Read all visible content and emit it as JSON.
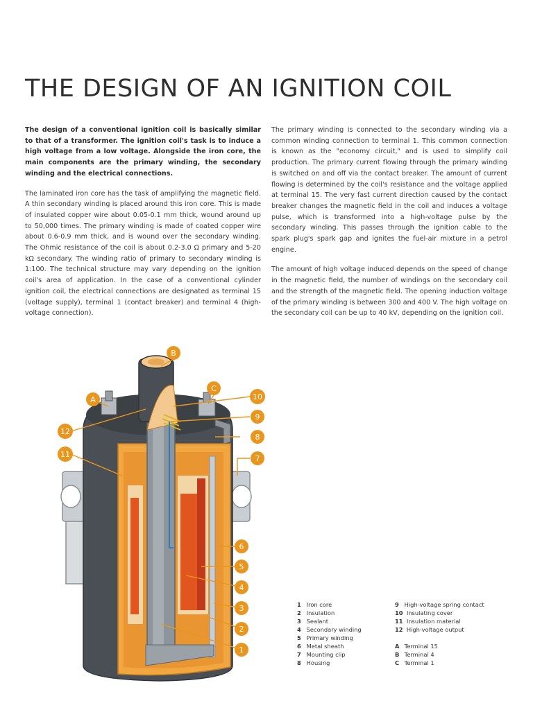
{
  "title": "THE DESIGN OF AN IGNITION COIL",
  "left_column": {
    "intro": "The design of a conventional ignition coil is basically similar to that of a transformer. The ignition coil's task is to induce a high voltage from a low voltage. Alongside the iron core, the main components are the primary winding, the secondary winding and the electrical connections.",
    "paragraph": "The laminated iron core has the task of amplifying the magnetic field. A thin secondary winding is placed around this iron core. This is made of insulated copper wire about 0.05-0.1 mm thick, wound around up to 50,000 times. The primary winding is made of coated copper wire about 0.6-0.9 mm thick, and is wound over the secondary winding. The Ohmic resistance of the coil is about 0.2-3.0 Ω primary and 5-20 kΩ secondary. The winding ratio of primary to secondary winding is 1:100. The technical structure may vary depending on the ignition coil's area of application. In the case of a conventional cylinder ignition coil, the electrical connections are designated as terminal 15 (voltage supply), terminal 1 (contact breaker) and terminal 4 (high-voltage connection)."
  },
  "right_column": {
    "paragraph1": "The primary winding is connected to the secondary winding via a common winding connection to terminal 1. This common connection is known as the \"economy circuit,\" and is used to simplify coil production. The primary current flowing through the primary winding is switched on and off via the contact breaker. The amount of current flowing is determined by the coil's resistance and the voltage applied at terminal 15. The very fast current direction caused by the contact breaker changes the magnetic field in the coil and induces a voltage pulse, which is transformed into a high-voltage pulse by the secondary winding. This passes through the ignition cable to the spark plug's spark gap and ignites the fuel-air mixture in a petrol engine.",
    "paragraph2": "The amount of high voltage induced depends on the speed of change in the magnetic field, the number of windings on the secondary coil and the strength of the magnetic field. The opening induction voltage of the primary winding is between 300 and 400 V. The high voltage on the secondary coil can be up to 40 kV, depending on the ignition coil."
  },
  "callouts": {
    "A": "A",
    "B": "B",
    "C": "C",
    "n1": "1",
    "n2": "2",
    "n3": "3",
    "n4": "4",
    "n5": "5",
    "n6": "6",
    "n7": "7",
    "n8": "8",
    "n9": "9",
    "n10": "10",
    "n11": "11",
    "n12": "12"
  },
  "legend": {
    "numbered_left": [
      {
        "key": "1",
        "label": "Iron core"
      },
      {
        "key": "2",
        "label": "Insulation"
      },
      {
        "key": "3",
        "label": "Sealant"
      },
      {
        "key": "4",
        "label": "Secondary winding"
      },
      {
        "key": "5",
        "label": "Primary winding"
      },
      {
        "key": "6",
        "label": "Metal sheath"
      },
      {
        "key": "7",
        "label": "Mounting clip"
      },
      {
        "key": "8",
        "label": "Housing"
      }
    ],
    "numbered_right": [
      {
        "key": "9",
        "label": "High-voltage spring contact"
      },
      {
        "key": "10",
        "label": "Insulating cover"
      },
      {
        "key": "11",
        "label": "Insulation material"
      },
      {
        "key": "12",
        "label": "High-voltage output"
      }
    ],
    "terminals": [
      {
        "key": "A",
        "label": "Terminal 15"
      },
      {
        "key": "B",
        "label": "Terminal 4"
      },
      {
        "key": "C",
        "label": "Terminal 1"
      }
    ]
  },
  "colors": {
    "accent_orange": "#e8961e",
    "housing_dark": "#4a4f55",
    "core_grey": "#8c959c",
    "winding_red": "#e1551f",
    "sheath_tan": "#f2a640"
  }
}
